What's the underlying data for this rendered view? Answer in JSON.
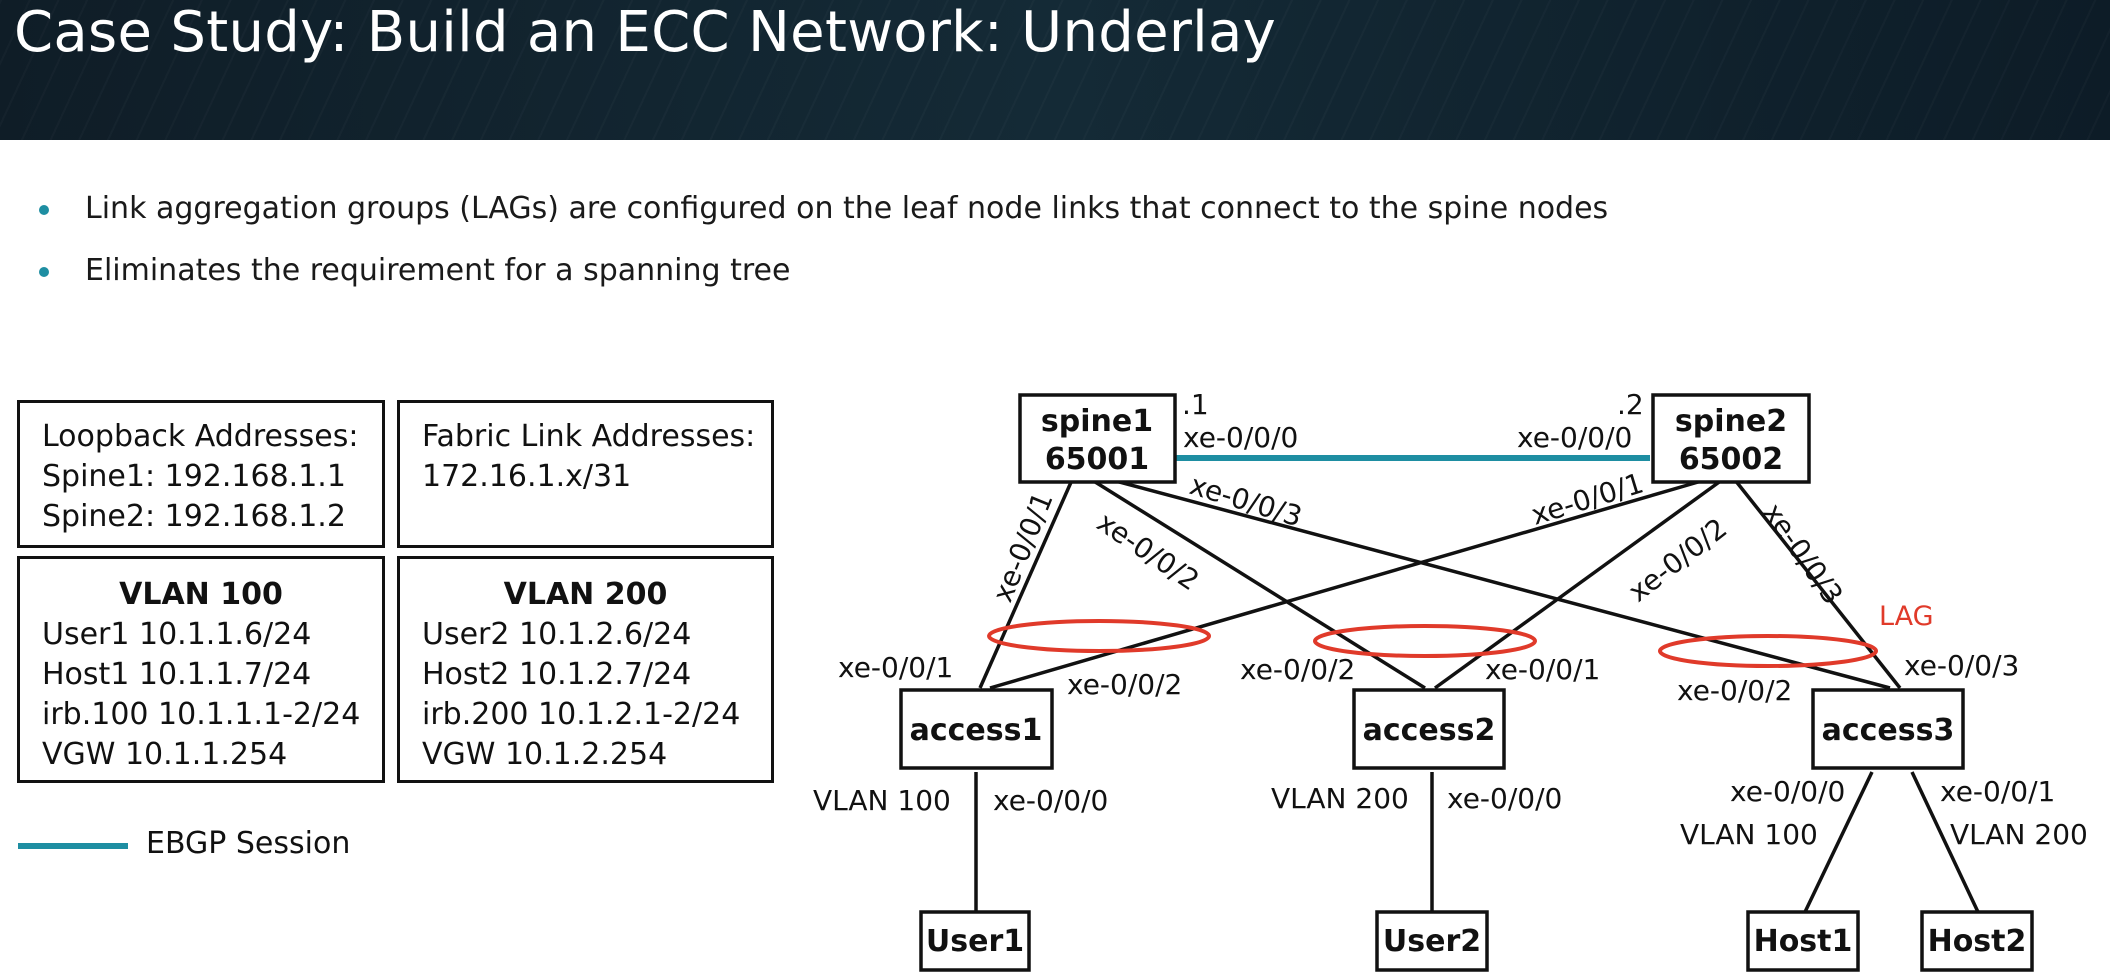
{
  "title": "Case Study: Build an ECC Network: Underlay",
  "bullets": [
    "Link aggregation groups (LAGs) are configured on the leaf node links that connect to the spine nodes",
    "Eliminates the requirement for a spanning tree"
  ],
  "loopback_box": {
    "title": "Loopback Addresses:",
    "lines": [
      "Spine1: 192.168.1.1",
      "Spine2: 192.168.1.2"
    ]
  },
  "fabric_box": {
    "title": "Fabric Link Addresses:",
    "lines": [
      "172.16.1.x/31"
    ]
  },
  "vlan100_box": {
    "title": "VLAN 100",
    "lines": [
      "User1  10.1.1.6/24",
      "Host1  10.1.1.7/24",
      "irb.100  10.1.1.1-2/24",
      "VGW   10.1.1.254"
    ]
  },
  "vlan200_box": {
    "title": "VLAN 200",
    "lines": [
      "User2  10.1.2.6/24",
      "Host2  10.1.2.7/24",
      "irb.200  10.1.2.1-2/24",
      "VGW   10.1.2.254"
    ]
  },
  "legend": {
    "label": "EBGP Session",
    "color": "#1e8ea2"
  },
  "lag_label": "LAG",
  "colors": {
    "lag": "#e03a2a",
    "ebgp": "#1e8ea2",
    "header": "#12232f"
  },
  "nodes": {
    "spine1": {
      "name": "spine1",
      "asn": "65001"
    },
    "spine2": {
      "name": "spine2",
      "asn": "65002"
    },
    "access1": "access1",
    "access2": "access2",
    "access3": "access3",
    "user1": "User1",
    "user2": "User2",
    "host1": "Host1",
    "host2": "Host2"
  },
  "labels": {
    "s1_dot": ".1",
    "s1_xe000": "xe-0/0/0",
    "s2_dot": ".2",
    "s2_xe000": "xe-0/0/0",
    "s1_xe001": "xe-0/0/1",
    "s1_xe002": "xe-0/0/2",
    "s1_xe003": "xe-0/0/3",
    "s2_xe001": "xe-0/0/1",
    "s2_xe002": "xe-0/0/2",
    "s2_xe003": "xe-0/0/3",
    "a1_xe001": "xe-0/0/1",
    "a1_xe002": "xe-0/0/2",
    "a2_xe002": "xe-0/0/2",
    "a2_xe001": "xe-0/0/1",
    "a3_xe002": "xe-0/0/2",
    "a3_xe003": "xe-0/0/3",
    "a1_vlan": "VLAN 100",
    "a1_xe000": "xe-0/0/0",
    "a2_vlan": "VLAN 200",
    "a2_xe000": "xe-0/0/0",
    "a3_xe000": "xe-0/0/0",
    "a3_vlan100": "VLAN 100",
    "a3_xe001_h2": "xe-0/0/1",
    "a3_vlan200": "VLAN 200"
  }
}
